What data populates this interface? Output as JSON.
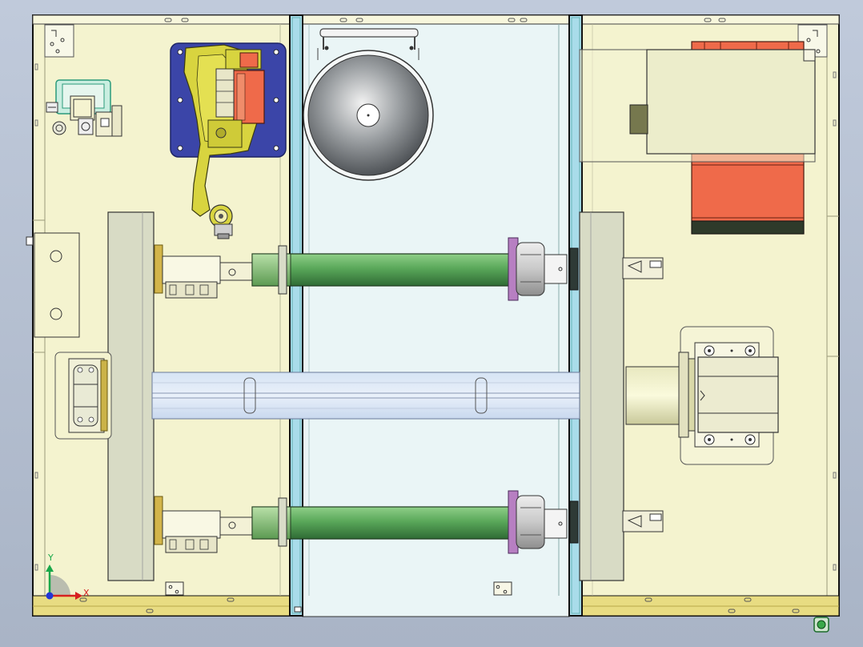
{
  "viewport": {
    "background": "#b6c1d3",
    "triad": {
      "x_label": "X",
      "y_label": "Y"
    }
  },
  "colors": {
    "frame_fill": "#f4f3cf",
    "center_fill": "#eaf5f6",
    "glass": "#a8dcea",
    "frame_edge": "#111111",
    "bottom_rail": "#e5d87a",
    "roller": "#4f9b4f",
    "cabinet": "#ef6a4a",
    "robot_base": "#3b45a8",
    "robot_arm": "#d7d33e",
    "bearing_lilac": "#b77fc2",
    "plate": "#d7dac3"
  },
  "components": [
    "robot-arm",
    "circular-hatch",
    "electrical-cabinet",
    "motor-panel",
    "upper-roller",
    "lower-roller",
    "guide-beam",
    "gearbox",
    "left-pedestal",
    "right-pedestal"
  ]
}
